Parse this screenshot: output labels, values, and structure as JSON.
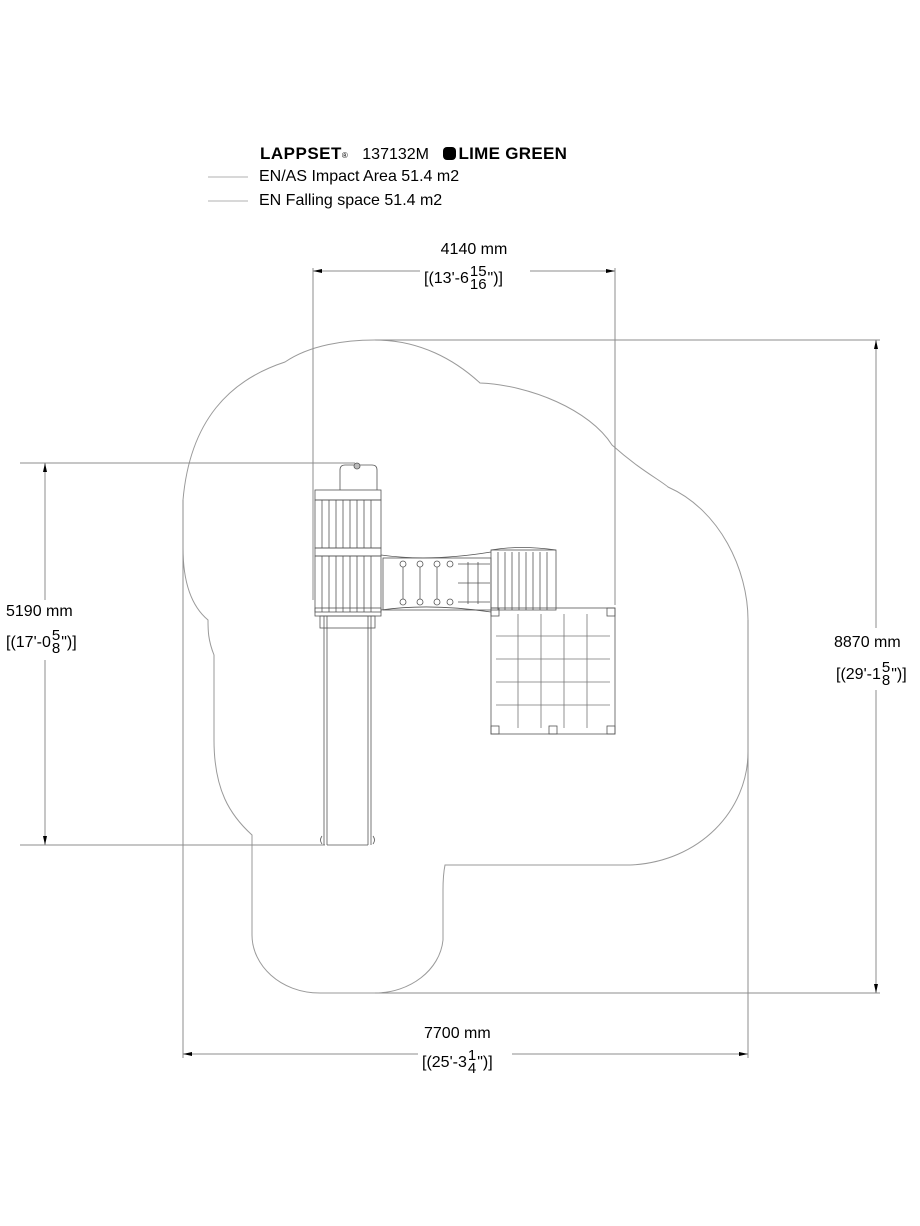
{
  "header": {
    "brand": "LAPPSET",
    "registered_mark": "®",
    "product_code": "137132M",
    "color_dot_icon": "filled-rounded-square",
    "color_name": "LIME GREEN"
  },
  "legend": [
    {
      "label": "EN/AS Impact Area 51.4 m2",
      "line_color": "#b0b0b0"
    },
    {
      "label": "EN Falling space 51.4 m2",
      "line_color": "#b0b0b0"
    }
  ],
  "dimensions": {
    "top_width": {
      "mm": "4140 mm",
      "imperial_prefix": "[(13'-6",
      "frac_num": "15",
      "frac_den": "16",
      "imperial_suffix": "\")]"
    },
    "left_height": {
      "mm": "5190 mm",
      "imperial_prefix": "[(17'-0",
      "frac_num": "5",
      "frac_den": "8",
      "imperial_suffix": "\")]"
    },
    "right_height": {
      "mm": "8870 mm",
      "imperial_prefix": "[(29'-1",
      "frac_num": "5",
      "frac_den": "8",
      "imperial_suffix": "\")]"
    },
    "bottom_width": {
      "mm": "7700 mm",
      "imperial_prefix": "[(25'-3",
      "frac_num": "1",
      "frac_den": "4",
      "imperial_suffix": "\")]"
    }
  },
  "colors": {
    "outline": "#9a9a9a",
    "dimension_line": "#8c8c8c",
    "equipment": "#555555",
    "text": "#000000"
  }
}
